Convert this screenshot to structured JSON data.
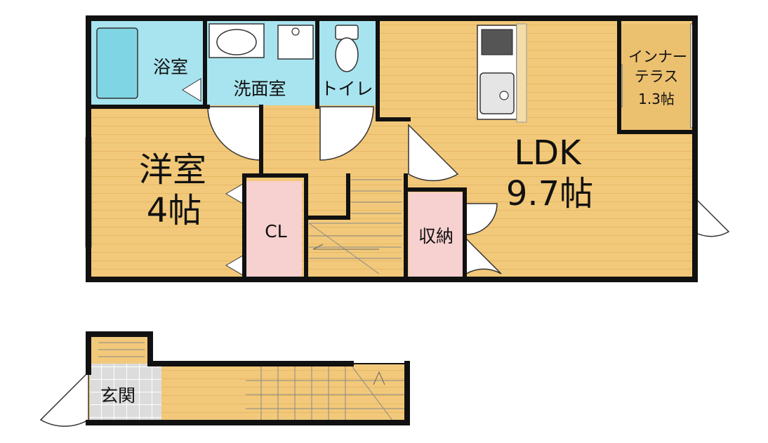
{
  "rooms": {
    "bath": "浴室",
    "washroom": "洗面室",
    "toilet": "トイレ",
    "western_room": {
      "name": "洋室",
      "size": "4帖"
    },
    "closet": "CL",
    "storage": "収納",
    "ldk": {
      "name": "LDK",
      "size": "9.7帖"
    },
    "inner_terrace": {
      "line1": "インナー",
      "line2": "テラス",
      "size": "1.3帖"
    },
    "entrance": "玄関"
  },
  "colors": {
    "floor_wood": "#f2c97a",
    "wet_area": "#a8e4ef",
    "closet": "#f7d0d0",
    "entrance_tile": "#d9d9d9",
    "wall": "#111111"
  }
}
